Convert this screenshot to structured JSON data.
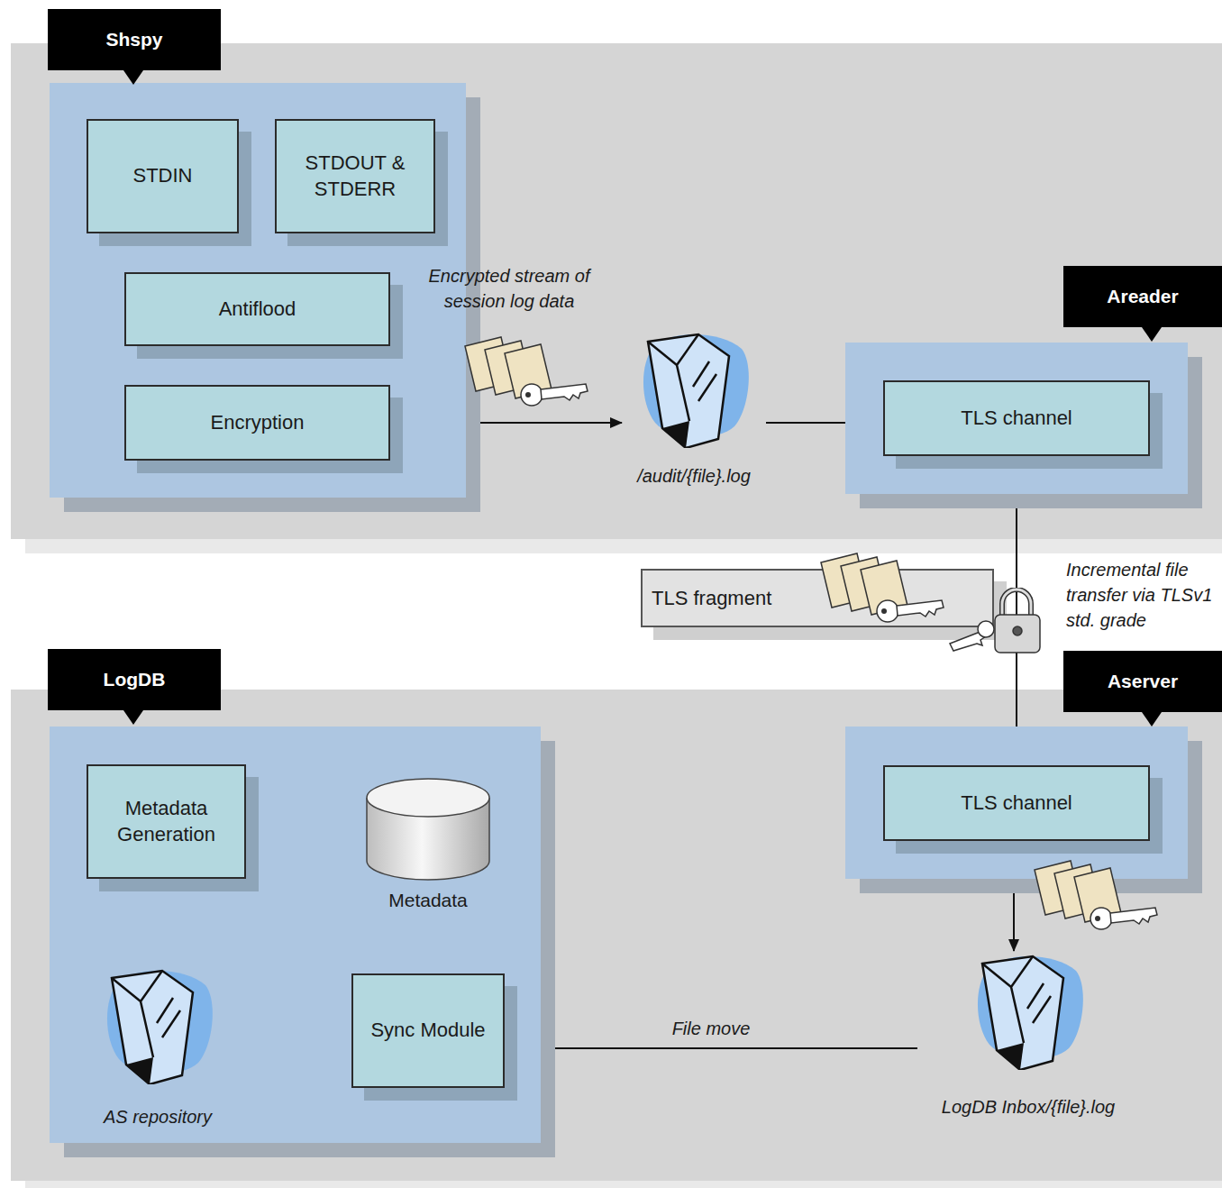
{
  "diagram": {
    "nodes": [
      {
        "text": [
          "Shspy"
        ]
      },
      {
        "text": [
          "STDIN"
        ],
        "in": 0
      },
      {
        "text": [
          "STDOUT & STDERR"
        ],
        "in": 0
      },
      {
        "text": [
          "Antiflood"
        ],
        "in": 0
      },
      {
        "text": [
          "Encryption"
        ],
        "in": 0
      },
      {
        "text": [
          "/audit/{file}.log"
        ]
      },
      {
        "text": [
          "Areader"
        ]
      },
      {
        "text": [
          "TLS channel"
        ],
        "in": 6
      },
      {
        "text": [
          "TLS fragment"
        ]
      },
      {
        "text": [
          "Aserver"
        ]
      },
      {
        "text": [
          "TLS channel"
        ],
        "in": 9
      },
      {
        "text": [
          "LogDB Inbox/{file}.log"
        ]
      },
      {
        "text": [
          "LogDB"
        ]
      },
      {
        "text": [
          "Metadata Generation"
        ],
        "in": 12
      },
      {
        "text": [
          "Metadata"
        ],
        "in": 12
      },
      {
        "text": [
          "Sync Module"
        ],
        "in": 12
      },
      {
        "text": [
          "AS repository"
        ],
        "in": 12
      }
    ],
    "edges": [
      {
        "from": 1,
        "to": 3,
        "arrow": "to"
      },
      {
        "from": 2,
        "to": 3,
        "arrow": "to"
      },
      {
        "from": 3,
        "to": 4,
        "arrow": "to"
      },
      {
        "from": 4,
        "to": 5,
        "arrow": "to"
      },
      {
        "from": 5,
        "to": 7,
        "arrow": "to"
      },
      {
        "from": 7,
        "to": 10,
        "arrow": "to"
      },
      {
        "from": 10,
        "to": 11,
        "arrow": "to"
      },
      {
        "from": 11,
        "to": 15,
        "label": "File move",
        "arrow": "to"
      },
      {
        "from": 15,
        "to": 16,
        "arrow": "to"
      },
      {
        "from": 16,
        "to": 13,
        "arrow": "to"
      },
      {
        "from": 13,
        "to": 14,
        "arrow": "to"
      }
    ],
    "labels": [
      "Encrypted stream of session log data",
      "Incremental file transfer via TLSv1 std. grade"
    ]
  }
}
